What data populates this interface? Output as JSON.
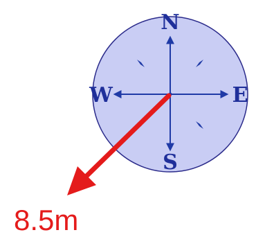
{
  "compass": {
    "north": "N",
    "south": "S",
    "east": "E",
    "west": "W"
  },
  "displacement": {
    "label": "8.5m",
    "direction": "southwest"
  },
  "colors": {
    "compass_fill": "#c9cdf4",
    "compass_stroke": "#2a2a8a",
    "axis": "#1f3aa6",
    "label": "#1f2f9a",
    "displacement_arrow": "#e41b1b",
    "distance_text": "#e41b1b"
  }
}
